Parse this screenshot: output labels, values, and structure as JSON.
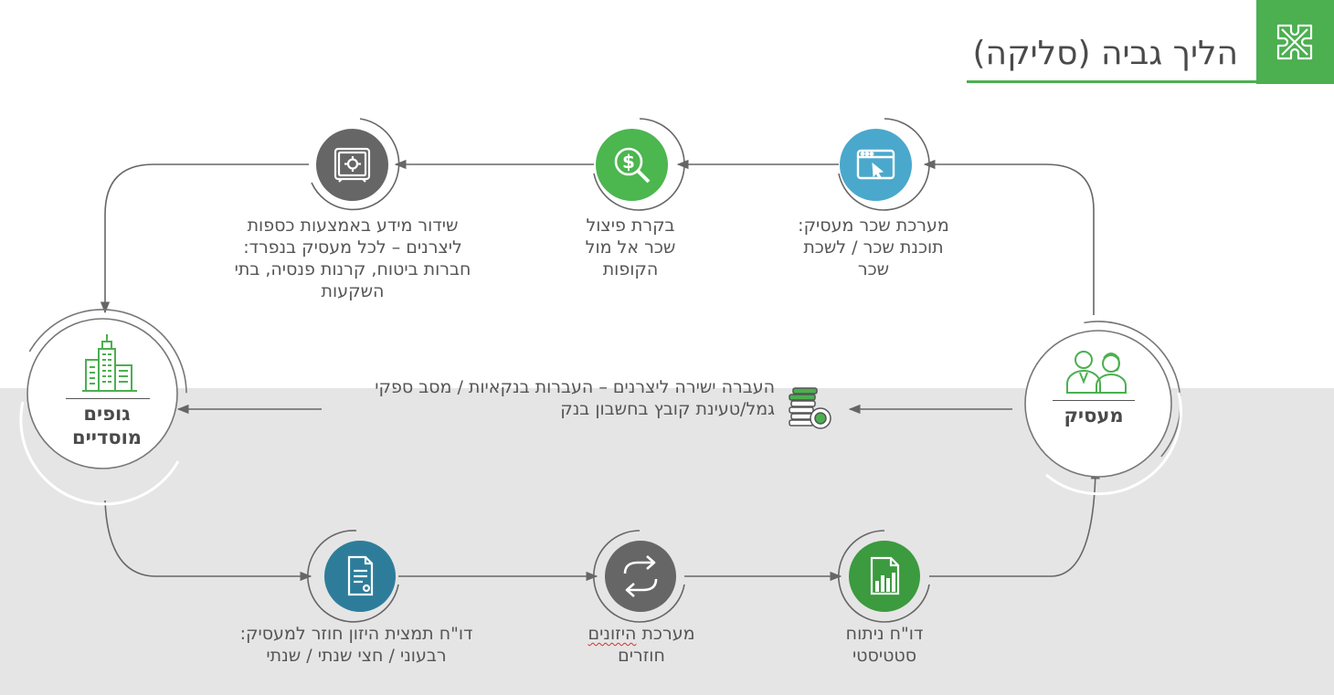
{
  "title": "הליך גביה (סליקה)",
  "colors": {
    "accent_green": "#4caf50",
    "band_gray": "#e5e5e5",
    "connector": "#666666",
    "text": "#555555",
    "icon_blue": "#4aa8cc",
    "icon_green": "#4cb64f",
    "icon_gray": "#666666",
    "icon_teal": "#2d7d9a",
    "icon_dark_green": "#3c9a3f"
  },
  "nodes": {
    "employer": {
      "label": "מעסיק",
      "icon": "people-icon"
    },
    "institutions": {
      "line1": "גופים",
      "line2": "מוסדיים",
      "icon": "buildings-icon"
    }
  },
  "steps_top": [
    {
      "icon": "payroll-window-icon",
      "lines": [
        "מערכת שכר מעסיק:",
        "תוכנת שכר / לשכת",
        "שכר"
      ]
    },
    {
      "icon": "dollar-magnifier-icon",
      "lines": [
        "בקרת פיצול",
        "שכר אל מול",
        "הקופות"
      ]
    },
    {
      "icon": "safe-icon",
      "lines": [
        "שידור מידע באמצעות כספות",
        "ליצרנים – לכל מעסיק בנפרד:",
        "חברות ביטוח, קרנות פנסיה, בתי",
        "השקעות"
      ]
    }
  ],
  "middle": {
    "icon": "coins-icon",
    "lines": [
      "העברה ישירה ליצרנים – העברות בנקאיות / מסב ספקי",
      "גמל/טעינת קובץ בחשבון בנק"
    ]
  },
  "steps_bottom": [
    {
      "icon": "statistics-report-icon",
      "lines": [
        "דו\"ח ניתוח",
        "סטטיסטי"
      ]
    },
    {
      "icon": "refresh-arrows-icon",
      "lines_word1": "מערכת",
      "lines_word2": "היזונים",
      "line2": "חוזרים"
    },
    {
      "icon": "document-icon",
      "lines": [
        "דו\"ח תמצית היזון חוזר למעסיק:",
        "רבעוני / חצי שנתי / שנתי"
      ]
    }
  ]
}
